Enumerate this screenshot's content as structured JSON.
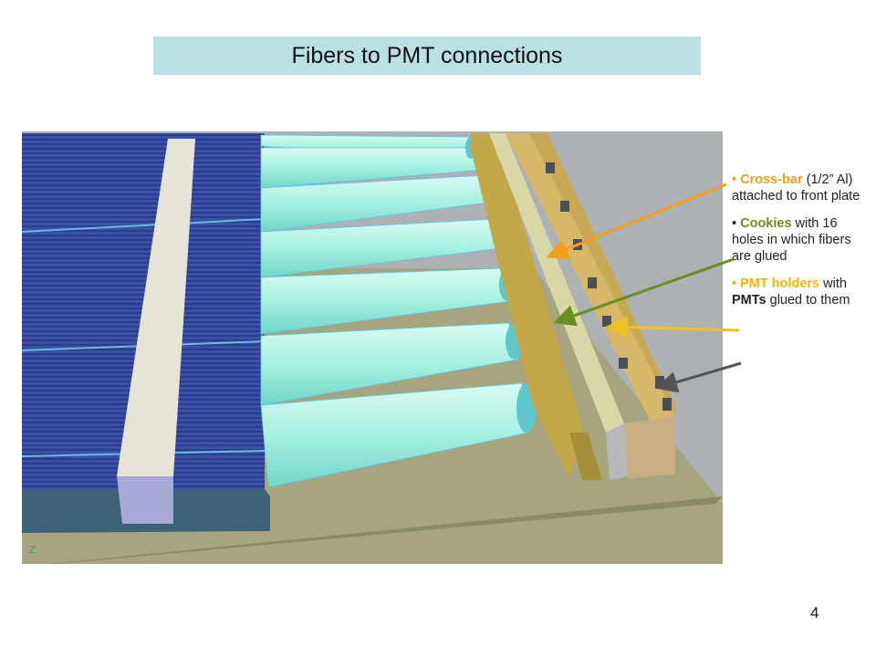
{
  "slide": {
    "title": "Fibers to PMT connections",
    "page_number": "4"
  },
  "annotations": {
    "crossbar": {
      "bullet": "•",
      "key": "Cross-bar",
      "rest": " (1/2” Al) attached to front plate"
    },
    "cookies": {
      "bullet": "•",
      "key": "Cookies",
      "rest": " with 16 holes in which fibers are glued"
    },
    "pmt": {
      "bullet": "•",
      "key": "PMT holders",
      "mid": " with ",
      "key2": "PMTs",
      "rest": " glued to them"
    }
  },
  "render": {
    "axis_label": "Z"
  },
  "colors": {
    "title_bg": "#b9e0e3",
    "arrow_crossbar": "#f0a020",
    "arrow_cookies": "#6b8e23",
    "arrow_pmt": "#f0c020",
    "arrow_dark": "#555555"
  }
}
